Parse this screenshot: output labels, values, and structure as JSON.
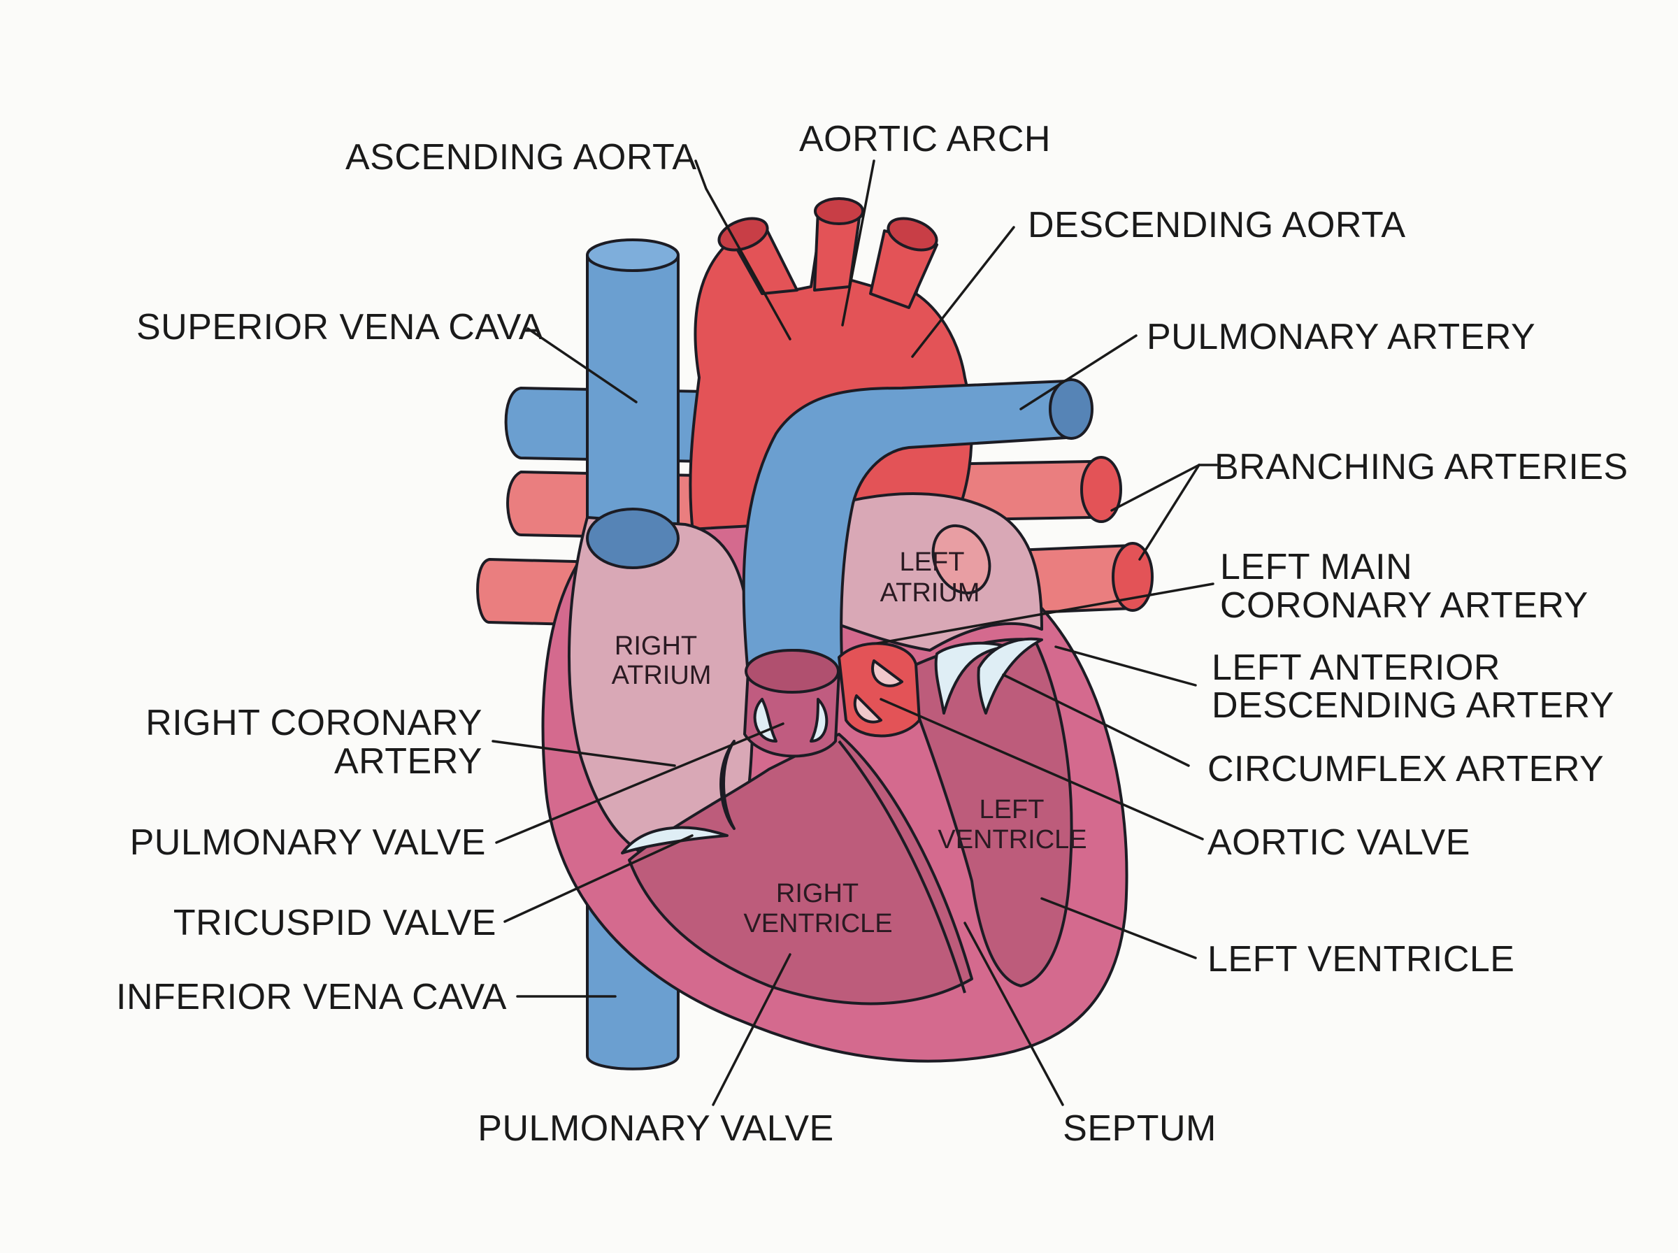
{
  "colors": {
    "background": "#fbfbf9",
    "vein_blue": "#6b9fd0",
    "vein_blue_dark": "#5684b6",
    "artery_red": "#e35357",
    "artery_light": "#ea7e7f",
    "heart_pink": "#d46a8e",
    "chamber_light": "#d9a8b6",
    "ventricle_dark": "#bd5c7b",
    "valve_white": "#dfeef5",
    "outline": "#1c1c24"
  },
  "labels": {
    "ascending_aorta": "ASCENDING AORTA",
    "aortic_arch": "AORTIC ARCH",
    "descending_aorta": "DESCENDING AORTA",
    "superior_vena_cava": "SUPERIOR VENA CAVA",
    "pulmonary_artery": "PULMONARY ARTERY",
    "branching_arteries": "BRANCHING ARTERIES",
    "left_main_coronary_1": "LEFT MAIN",
    "left_main_coronary_2": "CORONARY ARTERY",
    "left_anterior_descending_1": "LEFT ANTERIOR",
    "left_anterior_descending_2": "DESCENDING ARTERY",
    "right_coronary_1": "RIGHT CORONARY",
    "right_coronary_2": "ARTERY",
    "circumflex": "CIRCUMFLEX ARTERY",
    "pulmonary_valve_upper": "PULMONARY VALVE",
    "aortic_valve": "AORTIC VALVE",
    "tricuspid_valve": "TRICUSPID VALVE",
    "left_ventricle_outer": "LEFT VENTRICLE",
    "inferior_vena_cava": "INFERIOR VENA CAVA",
    "pulmonary_valve_bottom": "PULMONARY VALVE",
    "septum": "SEPTUM"
  },
  "chambers": {
    "right_atrium_1": "RIGHT",
    "right_atrium_2": "ATRIUM",
    "left_atrium_1": "LEFT",
    "left_atrium_2": "ATRIUM",
    "left_ventricle_1": "LEFT",
    "left_ventricle_2": "VENTRICLE",
    "right_ventricle_1": "RIGHT",
    "right_ventricle_2": "VENTRICLE"
  }
}
